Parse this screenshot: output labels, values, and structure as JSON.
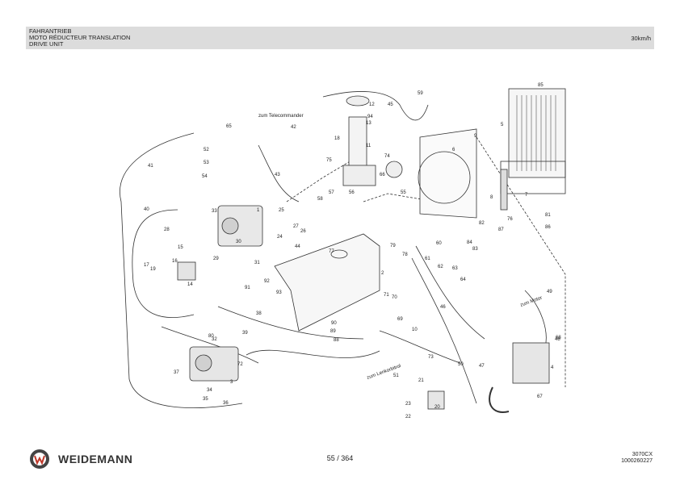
{
  "header": {
    "title_de": "FAHRANTRIEB",
    "title_fr": "MOTO RÉDUCTEUR TRANSLATION",
    "title_en": "DRIVE UNIT",
    "speed": "30km/h"
  },
  "diagram": {
    "notes": {
      "telecommander": "zum Telecommander",
      "motor": "zum Motor",
      "lenkorbitrol": "zum Lenkorbitrol"
    },
    "labels": [
      "1",
      "2",
      "3",
      "4",
      "5",
      "6",
      "7",
      "8",
      "9",
      "10",
      "11",
      "12",
      "13",
      "14",
      "15",
      "16",
      "17",
      "18",
      "19",
      "20",
      "21",
      "22",
      "23",
      "24",
      "25",
      "26",
      "27",
      "28",
      "29",
      "30",
      "31",
      "32",
      "33",
      "34",
      "35",
      "36",
      "37",
      "38",
      "39",
      "40",
      "41",
      "42",
      "43",
      "44",
      "45",
      "46",
      "47",
      "48",
      "49",
      "50",
      "51",
      "52",
      "53",
      "54",
      "55",
      "56",
      "57",
      "58",
      "59",
      "60",
      "61",
      "62",
      "63",
      "64",
      "65",
      "66",
      "67",
      "68",
      "69",
      "70",
      "71",
      "72",
      "73",
      "74",
      "75",
      "76",
      "77",
      "78",
      "79",
      "80",
      "81",
      "82",
      "83",
      "84",
      "85",
      "86",
      "87",
      "88",
      "89",
      "90",
      "91",
      "92",
      "93",
      "94"
    ]
  },
  "footer": {
    "brand": "WEIDEMANN",
    "page": "55 / 364",
    "model": "3070CX",
    "code": "1000260227"
  }
}
